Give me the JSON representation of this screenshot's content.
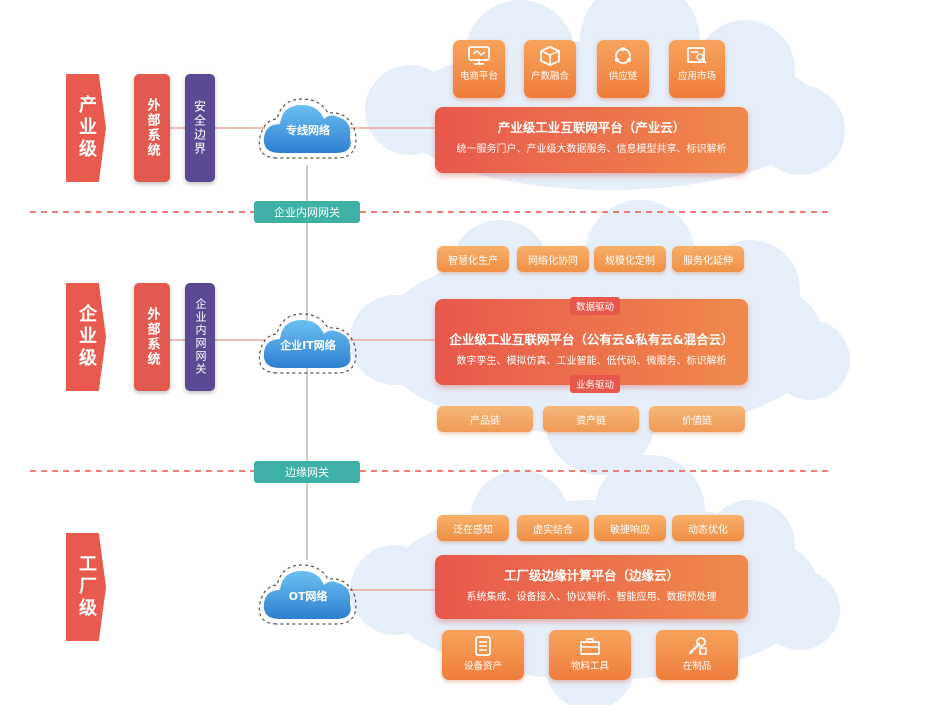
{
  "levels": {
    "industry": "产业级",
    "enterprise": "企业级",
    "factory": "工厂级"
  },
  "left": {
    "ext1": "外部系统",
    "sec1": "安全边界",
    "ext2": "外部系统",
    "sec2": "企业内网网关"
  },
  "networks": {
    "dedicated": "专线网络",
    "enterprise_it": "企业IT网络",
    "ot": "OT网络"
  },
  "gateways": {
    "intranet": "企业内网网关",
    "edge": "边缘网关"
  },
  "industry": {
    "tiles": [
      "电商平台",
      "产数融合",
      "供应链",
      "应用市场"
    ],
    "platform_title": "产业级工业互联网平台（产业云）",
    "platform_sub": "统一服务门户、产业级大数据服务、信息模型共享、标识解析"
  },
  "enterprise": {
    "top_chips": [
      "智慧化生产",
      "网络化协同",
      "规模化定制",
      "服务化延伸"
    ],
    "flow_top": "数据驱动",
    "flow_bottom": "业务驱动",
    "platform_title": "企业级工业互联网平台（公有云&私有云&混合云）",
    "platform_sub": "数字孪生、模拟仿真、工业智能、低代码、微服务、标识解析",
    "bottom_chips": [
      "产品链",
      "资产链",
      "价值链"
    ]
  },
  "factory": {
    "top_chips": [
      "泛在感知",
      "虚实结合",
      "敏捷响应",
      "动态优化"
    ],
    "platform_title": "工厂级边缘计算平台（边缘云）",
    "platform_sub": "系统集成、设备接入、协议解析、智能应用、数据预处理",
    "tiles": [
      "设备资产",
      "物料工具",
      "在制品"
    ]
  },
  "colors": {
    "accent_red": "#e8574c",
    "accent_orange": "#f08a4c",
    "purple": "#5b4a93",
    "teal": "#3fb0a6",
    "cloud_blue": "#3b8fd8"
  }
}
